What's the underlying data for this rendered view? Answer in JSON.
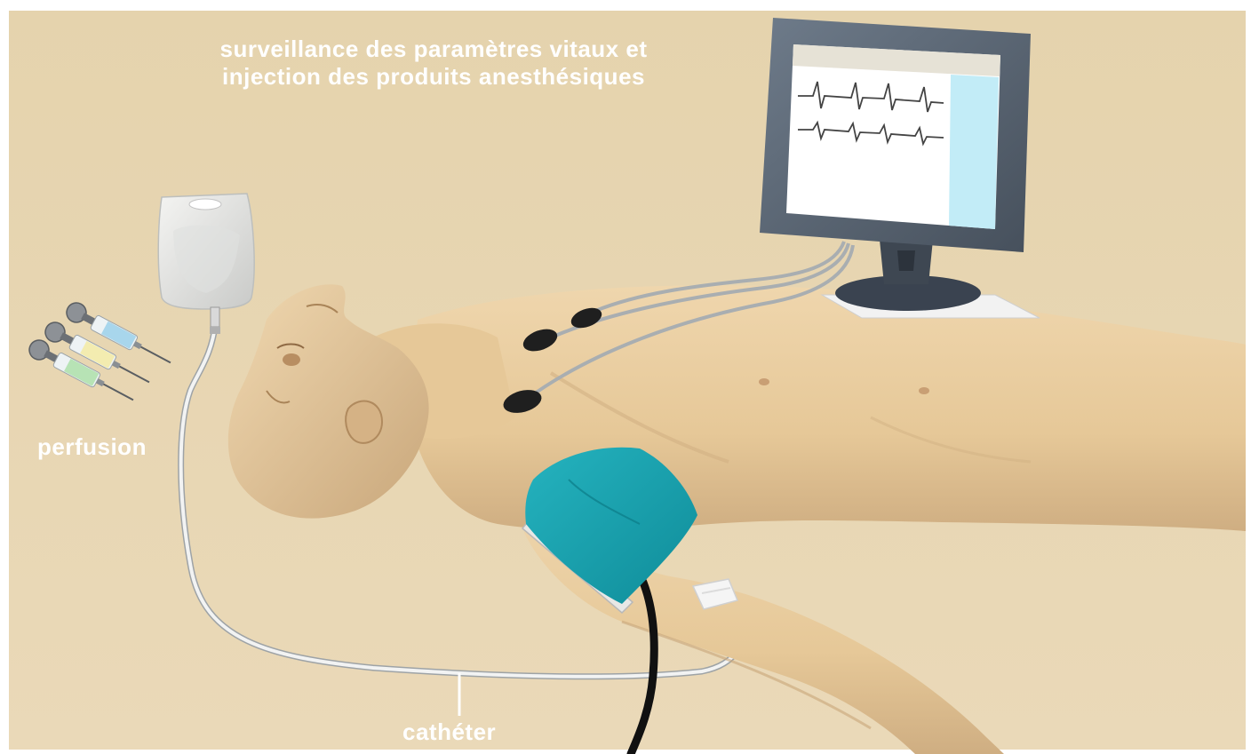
{
  "diagram": {
    "title_line1": "surveillance des paramètres vitaux et",
    "title_line2": "injection des produits anesthésiques",
    "label_perfusion": "perfusion",
    "label_catheter": "cathéter"
  },
  "colors": {
    "background": "#e7d6b3",
    "skin": "#e9cca0",
    "skin_shadow": "#c8a578",
    "cuff": "#1aa3b0",
    "monitor_frame": "#5e6b7a",
    "screen": "#ffffff",
    "screen_accent": "#bfe9f5",
    "tube": "#e6e8ea",
    "electrode": "#1f1f1f",
    "label_text": "#ffffff"
  },
  "icons": [
    "iv-bag-icon",
    "syringe-icon",
    "ecg-monitor-icon",
    "electrode-icon",
    "blood-pressure-cuff-icon",
    "catheter-icon"
  ]
}
